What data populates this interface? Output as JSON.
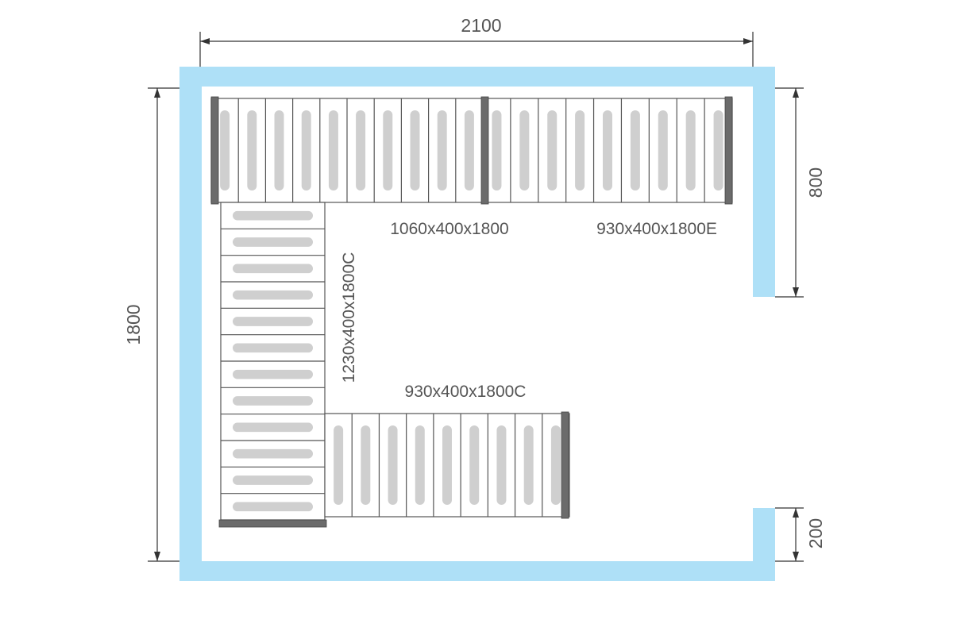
{
  "dimensions": {
    "width": "2100",
    "height": "1800",
    "right_top": "800",
    "right_bottom": "200"
  },
  "sections": {
    "top_left": {
      "label": "1060x400x1800",
      "slats": 10
    },
    "top_right": {
      "label": "930x400x1800E",
      "slats": 9
    },
    "left": {
      "label": "1230x400x1800C",
      "slats": 12
    },
    "bottom": {
      "label": "930x400x1800C",
      "slats": 9
    }
  },
  "colors": {
    "wall": "#aee0f7",
    "frame": "#555555",
    "post": "#6b6b6b",
    "slot": "#cfcfcf",
    "text": "#555555"
  }
}
